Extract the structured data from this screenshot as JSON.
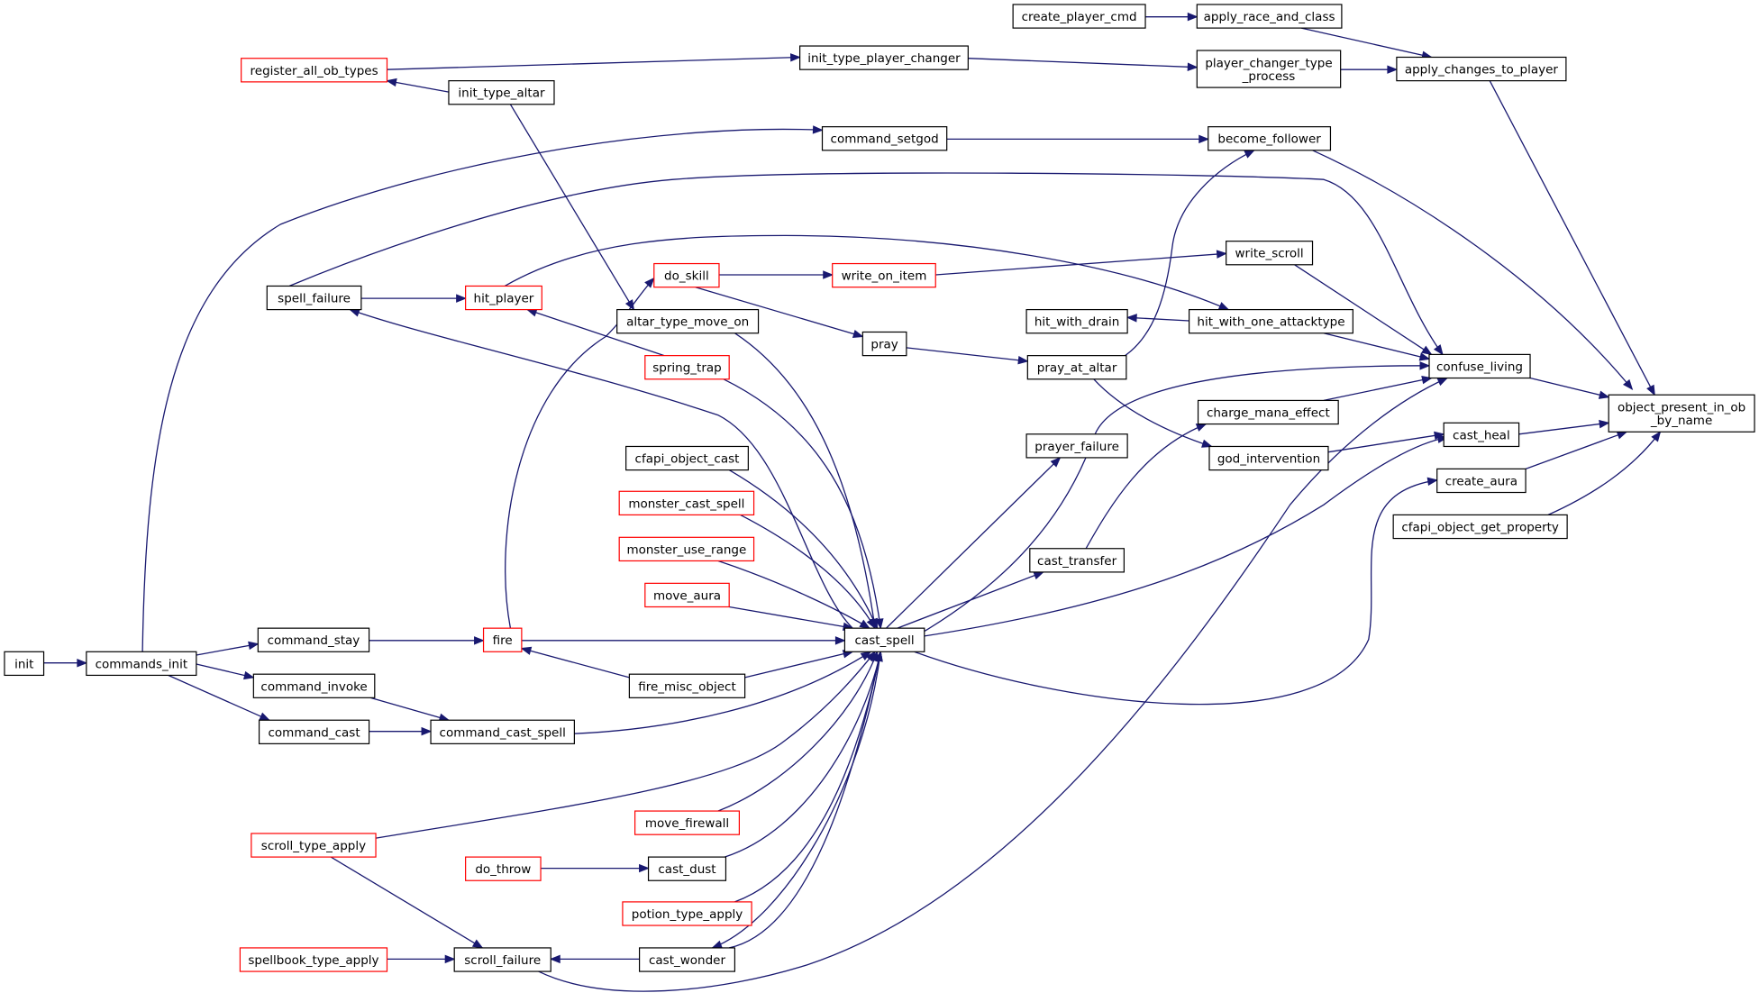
{
  "colors": {
    "edge": "#191970",
    "border_normal": "#000000",
    "border_truncated": "#ff0000",
    "root_fill": "#bfbfbf",
    "node_fill": "#ffffff"
  },
  "nodes": [
    {
      "id": "root",
      "lines": [
        "object_present_in_ob",
        "_by_name"
      ],
      "style": "root"
    },
    {
      "id": "confuse_living",
      "lines": [
        "confuse_living"
      ],
      "style": "normal"
    },
    {
      "id": "cast_heal",
      "lines": [
        "cast_heal"
      ],
      "style": "normal"
    },
    {
      "id": "create_aura",
      "lines": [
        "create_aura"
      ],
      "style": "normal"
    },
    {
      "id": "cfapi_object_get_property",
      "lines": [
        "cfapi_object_get_property"
      ],
      "style": "normal"
    },
    {
      "id": "apply_changes_to_player",
      "lines": [
        "apply_changes_to_player"
      ],
      "style": "normal"
    },
    {
      "id": "become_follower",
      "lines": [
        "become_follower"
      ],
      "style": "normal"
    },
    {
      "id": "apply_race_and_class",
      "lines": [
        "apply_race_and_class"
      ],
      "style": "normal"
    },
    {
      "id": "player_changer_type_process",
      "lines": [
        "player_changer_type",
        "_process"
      ],
      "style": "normal"
    },
    {
      "id": "create_player_cmd",
      "lines": [
        "create_player_cmd"
      ],
      "style": "normal"
    },
    {
      "id": "init_type_player_changer",
      "lines": [
        "init_type_player_changer"
      ],
      "style": "normal"
    },
    {
      "id": "register_all_ob_types",
      "lines": [
        "register_all_ob_types"
      ],
      "style": "truncated"
    },
    {
      "id": "init_type_altar",
      "lines": [
        "init_type_altar"
      ],
      "style": "normal"
    },
    {
      "id": "command_setgod",
      "lines": [
        "command_setgod"
      ],
      "style": "normal"
    },
    {
      "id": "write_scroll",
      "lines": [
        "write_scroll"
      ],
      "style": "normal"
    },
    {
      "id": "hit_with_one_attacktype",
      "lines": [
        "hit_with_one_attacktype"
      ],
      "style": "normal"
    },
    {
      "id": "hit_with_drain",
      "lines": [
        "hit_with_drain"
      ],
      "style": "normal"
    },
    {
      "id": "pray_at_altar",
      "lines": [
        "pray_at_altar"
      ],
      "style": "normal"
    },
    {
      "id": "charge_mana_effect",
      "lines": [
        "charge_mana_effect"
      ],
      "style": "normal"
    },
    {
      "id": "god_intervention",
      "lines": [
        "god_intervention"
      ],
      "style": "normal"
    },
    {
      "id": "prayer_failure",
      "lines": [
        "prayer_failure"
      ],
      "style": "normal"
    },
    {
      "id": "cast_transfer",
      "lines": [
        "cast_transfer"
      ],
      "style": "normal"
    },
    {
      "id": "cast_spell",
      "lines": [
        "cast_spell"
      ],
      "style": "normal"
    },
    {
      "id": "write_on_item",
      "lines": [
        "write_on_item"
      ],
      "style": "truncated"
    },
    {
      "id": "do_skill",
      "lines": [
        "do_skill"
      ],
      "style": "truncated"
    },
    {
      "id": "pray",
      "lines": [
        "pray"
      ],
      "style": "normal"
    },
    {
      "id": "hit_player",
      "lines": [
        "hit_player"
      ],
      "style": "truncated"
    },
    {
      "id": "spell_failure",
      "lines": [
        "spell_failure"
      ],
      "style": "normal"
    },
    {
      "id": "altar_type_move_on",
      "lines": [
        "altar_type_move_on"
      ],
      "style": "normal"
    },
    {
      "id": "spring_trap",
      "lines": [
        "spring_trap"
      ],
      "style": "truncated"
    },
    {
      "id": "cfapi_object_cast",
      "lines": [
        "cfapi_object_cast"
      ],
      "style": "normal"
    },
    {
      "id": "monster_cast_spell",
      "lines": [
        "monster_cast_spell"
      ],
      "style": "truncated"
    },
    {
      "id": "monster_use_range",
      "lines": [
        "monster_use_range"
      ],
      "style": "truncated"
    },
    {
      "id": "move_aura",
      "lines": [
        "move_aura"
      ],
      "style": "truncated"
    },
    {
      "id": "fire",
      "lines": [
        "fire"
      ],
      "style": "truncated"
    },
    {
      "id": "fire_misc_object",
      "lines": [
        "fire_misc_object"
      ],
      "style": "normal"
    },
    {
      "id": "command_cast_spell",
      "lines": [
        "command_cast_spell"
      ],
      "style": "normal"
    },
    {
      "id": "command_stay",
      "lines": [
        "command_stay"
      ],
      "style": "normal"
    },
    {
      "id": "command_invoke",
      "lines": [
        "command_invoke"
      ],
      "style": "normal"
    },
    {
      "id": "command_cast",
      "lines": [
        "command_cast"
      ],
      "style": "normal"
    },
    {
      "id": "commands_init",
      "lines": [
        "commands_init"
      ],
      "style": "normal"
    },
    {
      "id": "init",
      "lines": [
        "init"
      ],
      "style": "normal"
    },
    {
      "id": "scroll_type_apply",
      "lines": [
        "scroll_type_apply"
      ],
      "style": "truncated"
    },
    {
      "id": "move_firewall",
      "lines": [
        "move_firewall"
      ],
      "style": "truncated"
    },
    {
      "id": "do_throw",
      "lines": [
        "do_throw"
      ],
      "style": "truncated"
    },
    {
      "id": "cast_dust",
      "lines": [
        "cast_dust"
      ],
      "style": "normal"
    },
    {
      "id": "potion_type_apply",
      "lines": [
        "potion_type_apply"
      ],
      "style": "truncated"
    },
    {
      "id": "spellbook_type_apply",
      "lines": [
        "spellbook_type_apply"
      ],
      "style": "truncated"
    },
    {
      "id": "scroll_failure",
      "lines": [
        "scroll_failure"
      ],
      "style": "normal"
    },
    {
      "id": "cast_wonder",
      "lines": [
        "cast_wonder"
      ],
      "style": "normal"
    }
  ]
}
